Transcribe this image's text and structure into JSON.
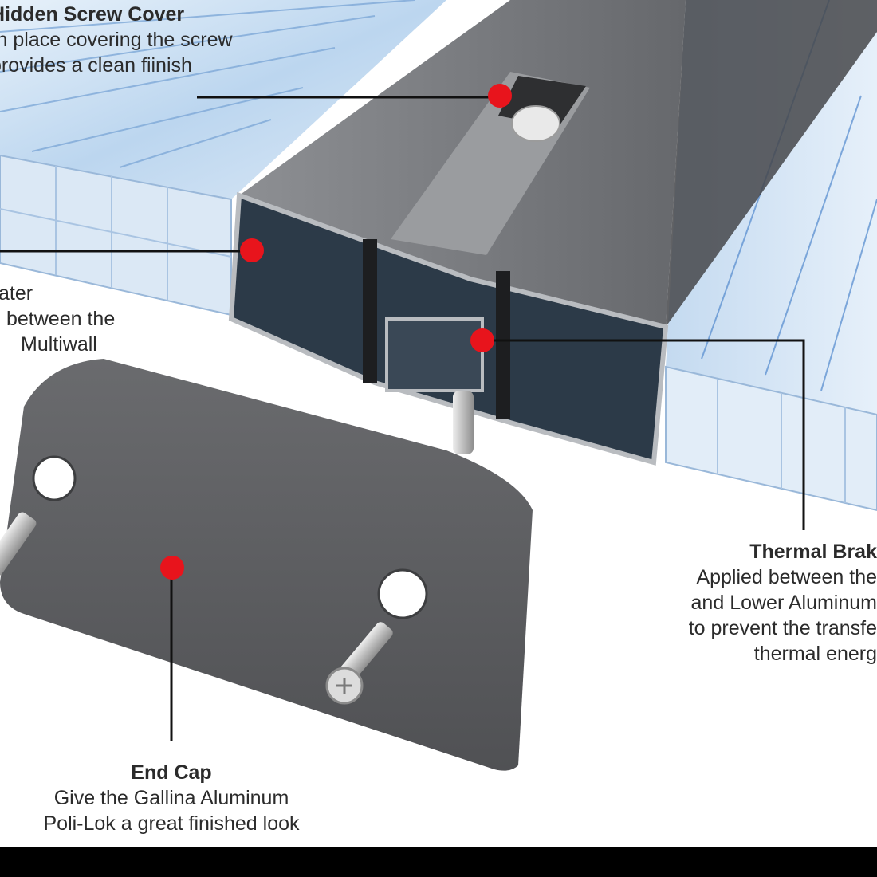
{
  "colors": {
    "marker": "#e8141c",
    "leader_line": "#111111",
    "polycarbonate_light": "#d9e9f7",
    "polycarbonate_blue": "#9fc3e8",
    "aluminum_gray": "#7b7d80",
    "end_cap": "#58595b",
    "bottom_bar": "#000000"
  },
  "callouts": {
    "hidden_screw_cover": {
      "title": "Hidden Screw Cover",
      "lines": [
        "in place covering the screw",
        "provides a clean fiinish"
      ]
    },
    "spacer": {
      "lines": [
        "ater",
        "between the",
        "Multiwall"
      ]
    },
    "thermal_brake": {
      "title": "Thermal Brak",
      "lines": [
        "Applied between the",
        "and Lower Aluminum",
        "to prevent the transfe",
        "thermal energ"
      ]
    },
    "end_cap": {
      "title": "End Cap",
      "lines": [
        "Give the Gallina Aluminum",
        "Poli-Lok a great finished look"
      ]
    }
  },
  "icons": {
    "markers": "red-dot-icon",
    "screw": "screw-icon",
    "end_cap": "end-cap-shape"
  }
}
